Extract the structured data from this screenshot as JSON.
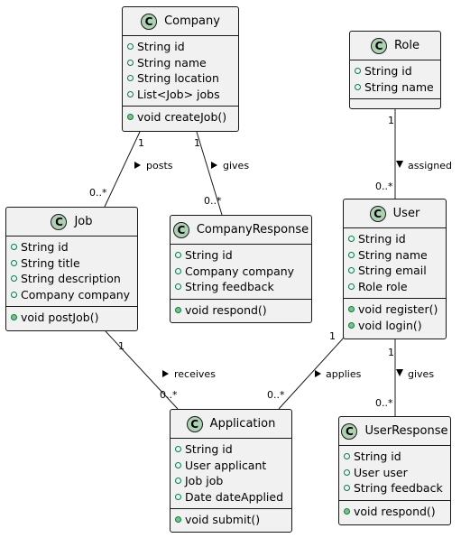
{
  "classes": {
    "company": {
      "name": "Company",
      "fields": [
        "String id",
        "String name",
        "String location",
        "List<Job> jobs"
      ],
      "methods": [
        "void createJob()"
      ]
    },
    "role": {
      "name": "Role",
      "fields": [
        "String id",
        "String name"
      ],
      "methods": []
    },
    "job": {
      "name": "Job",
      "fields": [
        "String id",
        "String title",
        "String description",
        "Company company"
      ],
      "methods": [
        "void postJob()"
      ]
    },
    "company_response": {
      "name": "CompanyResponse",
      "fields": [
        "String id",
        "Company company",
        "String feedback"
      ],
      "methods": [
        "void respond()"
      ]
    },
    "user": {
      "name": "User",
      "fields": [
        "String id",
        "String name",
        "String email",
        "Role role"
      ],
      "methods": [
        "void register()",
        "void login()"
      ]
    },
    "application": {
      "name": "Application",
      "fields": [
        "String id",
        "User applicant",
        "Job job",
        "Date dateApplied"
      ],
      "methods": [
        "void submit()"
      ]
    },
    "user_response": {
      "name": "UserResponse",
      "fields": [
        "String id",
        "User user",
        "String feedback"
      ],
      "methods": [
        "void respond()"
      ]
    }
  },
  "relations": {
    "company_job": {
      "label": "posts",
      "from_mult": "1",
      "to_mult": "0..*"
    },
    "company_response": {
      "label": "gives",
      "from_mult": "1",
      "to_mult": "0..*"
    },
    "role_user": {
      "label": "assigned",
      "from_mult": "1",
      "to_mult": "0..*"
    },
    "job_application": {
      "label": "receives",
      "from_mult": "1",
      "to_mult": "0..*"
    },
    "user_application": {
      "label": "applies",
      "from_mult": "1",
      "to_mult": "0..*"
    },
    "user_response": {
      "label": "gives",
      "from_mult": "1",
      "to_mult": "0..*"
    }
  },
  "colors": {
    "class_fill": "#f1f1f1",
    "class_border": "#181818",
    "badge_fill": "#add1b2",
    "visibility_green": "#84be84"
  }
}
